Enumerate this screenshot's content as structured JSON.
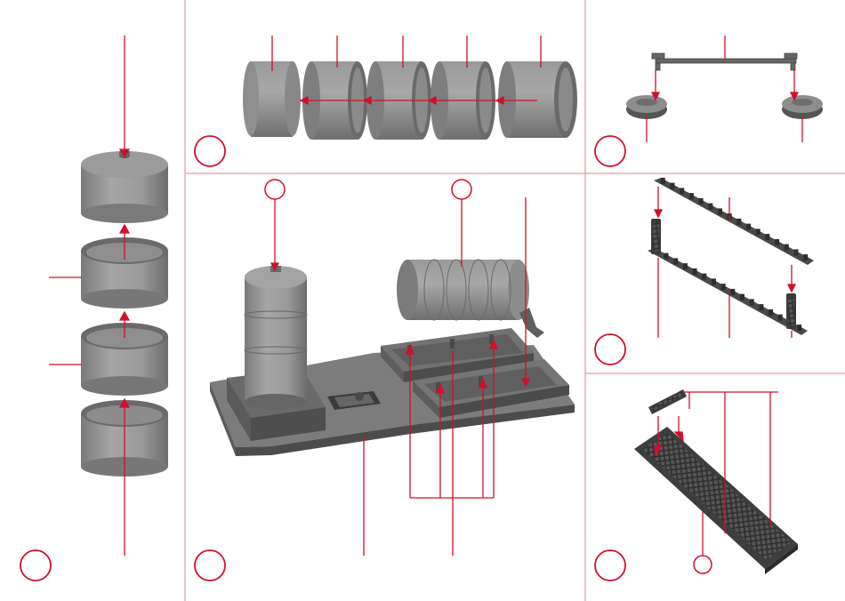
{
  "colors": {
    "accent": "#d0102a",
    "divider": "#e39aa3",
    "part_light": "#a2a2a2",
    "part_mid": "#8c8c8c",
    "part_dark": "#595959",
    "part_shadow": "#3f3f3f"
  },
  "panels": [
    {
      "id": "tank-stack",
      "step_label": ""
    },
    {
      "id": "ring-row",
      "step_label": ""
    },
    {
      "id": "pipe-bracket",
      "step_label": ""
    },
    {
      "id": "base-assembly",
      "step_label": ""
    },
    {
      "id": "ladder-rails",
      "step_label": ""
    },
    {
      "id": "walkway-grid",
      "step_label": ""
    }
  ]
}
